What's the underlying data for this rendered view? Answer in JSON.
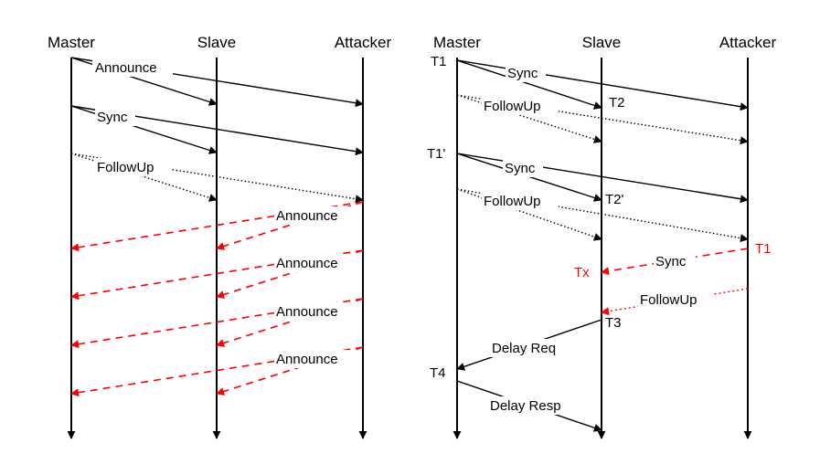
{
  "left": {
    "headers": [
      "Master",
      "Slave",
      "Attacker"
    ],
    "messages": [
      "Announce",
      "Sync",
      "FollowUp",
      "Announce",
      "Announce",
      "Announce",
      "Announce"
    ]
  },
  "right": {
    "headers": [
      "Master",
      "Slave",
      "Attacker"
    ],
    "timestamps": [
      "T1",
      "T2",
      "T1'",
      "T2'",
      "T1",
      "Tx",
      "T3",
      "T4"
    ],
    "messages": [
      "Sync",
      "FollowUp",
      "Sync",
      "FollowUp",
      "Sync",
      "FollowUp",
      "Delay Req",
      "Delay Resp"
    ]
  },
  "colors": {
    "legit": "#000000",
    "attack": "#ff0000"
  }
}
